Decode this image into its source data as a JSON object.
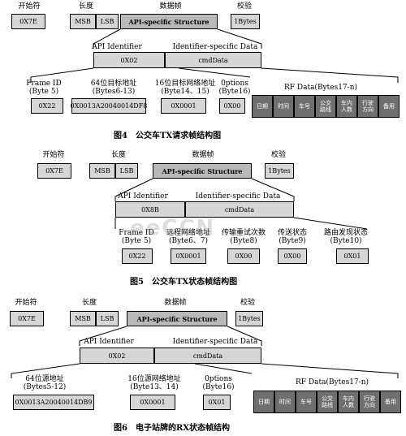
{
  "labels": {
    "start": "开始符",
    "length": "长度",
    "dataframe": "数据帧",
    "checksum": "校验"
  },
  "values": {
    "start": "0X7E",
    "msb": "MSB",
    "lsb": "LSB",
    "api_struct": "API-specific Structure",
    "checksum": "1Bytes",
    "api_id_label": "API Identifier",
    "id_data_label": "Identifier-specific Data",
    "cmddata": "cmdData"
  },
  "diagram1": {
    "api_id_value": "0X02",
    "fields": [
      {
        "label": "Frame ID\n(Byte 5)",
        "value": "0X22"
      },
      {
        "label": "64位目标地址\n(Bytes6-13)",
        "value": "0X0013A20040014DF8"
      },
      {
        "label": "16位目标网络地址\n(Byte14、15)",
        "value": "0X0001"
      },
      {
        "label": "0ptions\n(Byte16)",
        "value": "0X00"
      }
    ],
    "rf_label": "RF Data(Bytes17-n)",
    "rf_cells": [
      "日期",
      "时间",
      "车号",
      "公交\n路线",
      "车内\n人数",
      "行驶\n方向",
      "备用"
    ],
    "caption": "图4　公交车TX请求帧结构图"
  },
  "diagram2": {
    "api_id_value": "0X8B",
    "fields": [
      {
        "label": "Frame ID\n(Byte 5)",
        "value": "0X22"
      },
      {
        "label": "远程网络地址\n(Byte6、7)",
        "value": "0X0001"
      },
      {
        "label": "传输重试次数\n(Byte8)",
        "value": "0X00"
      },
      {
        "label": "传送状态\n(Byte9)",
        "value": "0X00"
      },
      {
        "label": "路由发现状态\n(Byte10)",
        "value": "0X01"
      }
    ],
    "caption": "图5　公交车TX状态帧结构图"
  },
  "diagram3": {
    "api_id_value": "0X02",
    "fields": [
      {
        "label": "64位源地址\n(Bytes5-12)",
        "value": "0X0013A20040014DB9"
      },
      {
        "label": "16位源网络地址\n(Byte13、14)",
        "value": "0X0001"
      },
      {
        "label": "0ptions\n(Byte16)",
        "value": "0X01"
      }
    ],
    "rf_label": "RF Data(Bytes17-n)",
    "rf_cells": [
      "日期",
      "时间",
      "车号",
      "公交\n路线",
      "车内\n人数",
      "行驶\n方向",
      "备用"
    ],
    "caption": "图6　电子站牌的RX状态帧结构"
  },
  "watermark": "eeCCN"
}
